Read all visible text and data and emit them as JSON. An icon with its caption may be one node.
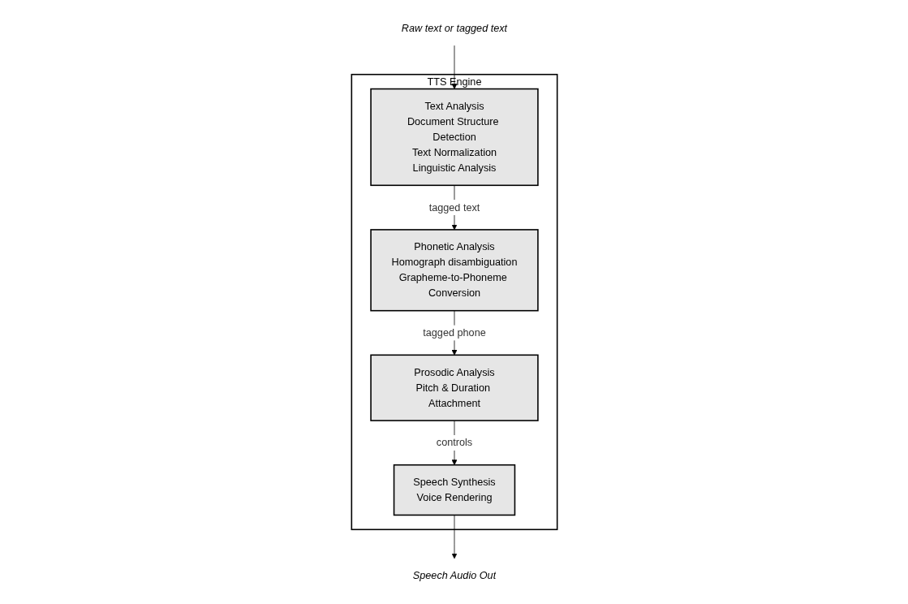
{
  "diagram": {
    "nodes": [
      {
        "text": [
          "TTS Engine"
        ]
      },
      {
        "text": [
          "Raw text or tagged text"
        ]
      },
      {
        "text": [
          "Text Analysis",
          "Document Structure Detection",
          "Text Normalization",
          "Linguistic Analysis"
        ],
        "in": 0
      },
      {
        "text": [
          "Phonetic Analysis",
          "Homograph disambiguation",
          "Grapheme-to-Phoneme Conversion"
        ],
        "in": 0
      },
      {
        "text": [
          "Prosodic Analysis",
          "Pitch & Duration Attachment"
        ],
        "in": 0
      },
      {
        "text": [
          "Speech Synthesis",
          "Voice Rendering"
        ],
        "in": 0
      },
      {
        "text": [
          "Speech Audio Out"
        ]
      }
    ],
    "edges": [
      {
        "from": 1,
        "to": 2,
        "arrow": "to"
      },
      {
        "from": 2,
        "to": 3,
        "label": "tagged text",
        "arrow": "to"
      },
      {
        "from": 3,
        "to": 4,
        "label": "tagged phone",
        "arrow": "to"
      },
      {
        "from": 4,
        "to": 5,
        "label": "controls",
        "arrow": "to"
      },
      {
        "from": 5,
        "to": 6,
        "arrow": "to"
      }
    ]
  }
}
